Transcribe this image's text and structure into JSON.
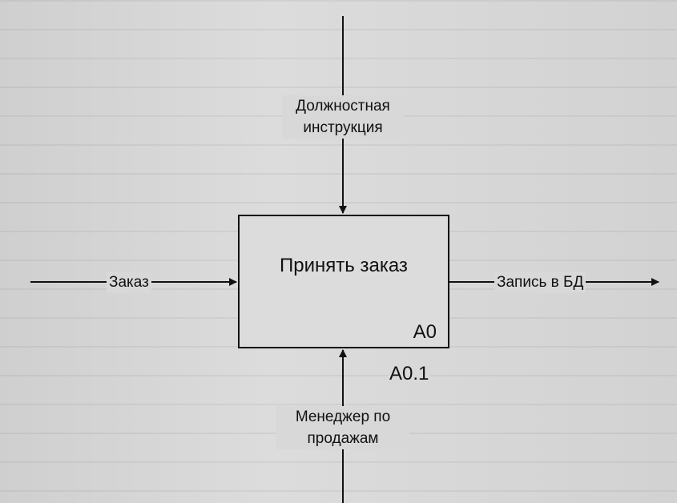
{
  "diagram": {
    "activity": {
      "title": "Принять заказ",
      "id": "A0",
      "node_number": "A0.1"
    },
    "input": {
      "label": "Заказ"
    },
    "output": {
      "label": "Запись в БД"
    },
    "control": {
      "line1": "Должностная",
      "line2": "инструкция"
    },
    "mechanism": {
      "line1": "Менеджер по",
      "line2": "продажам"
    }
  }
}
